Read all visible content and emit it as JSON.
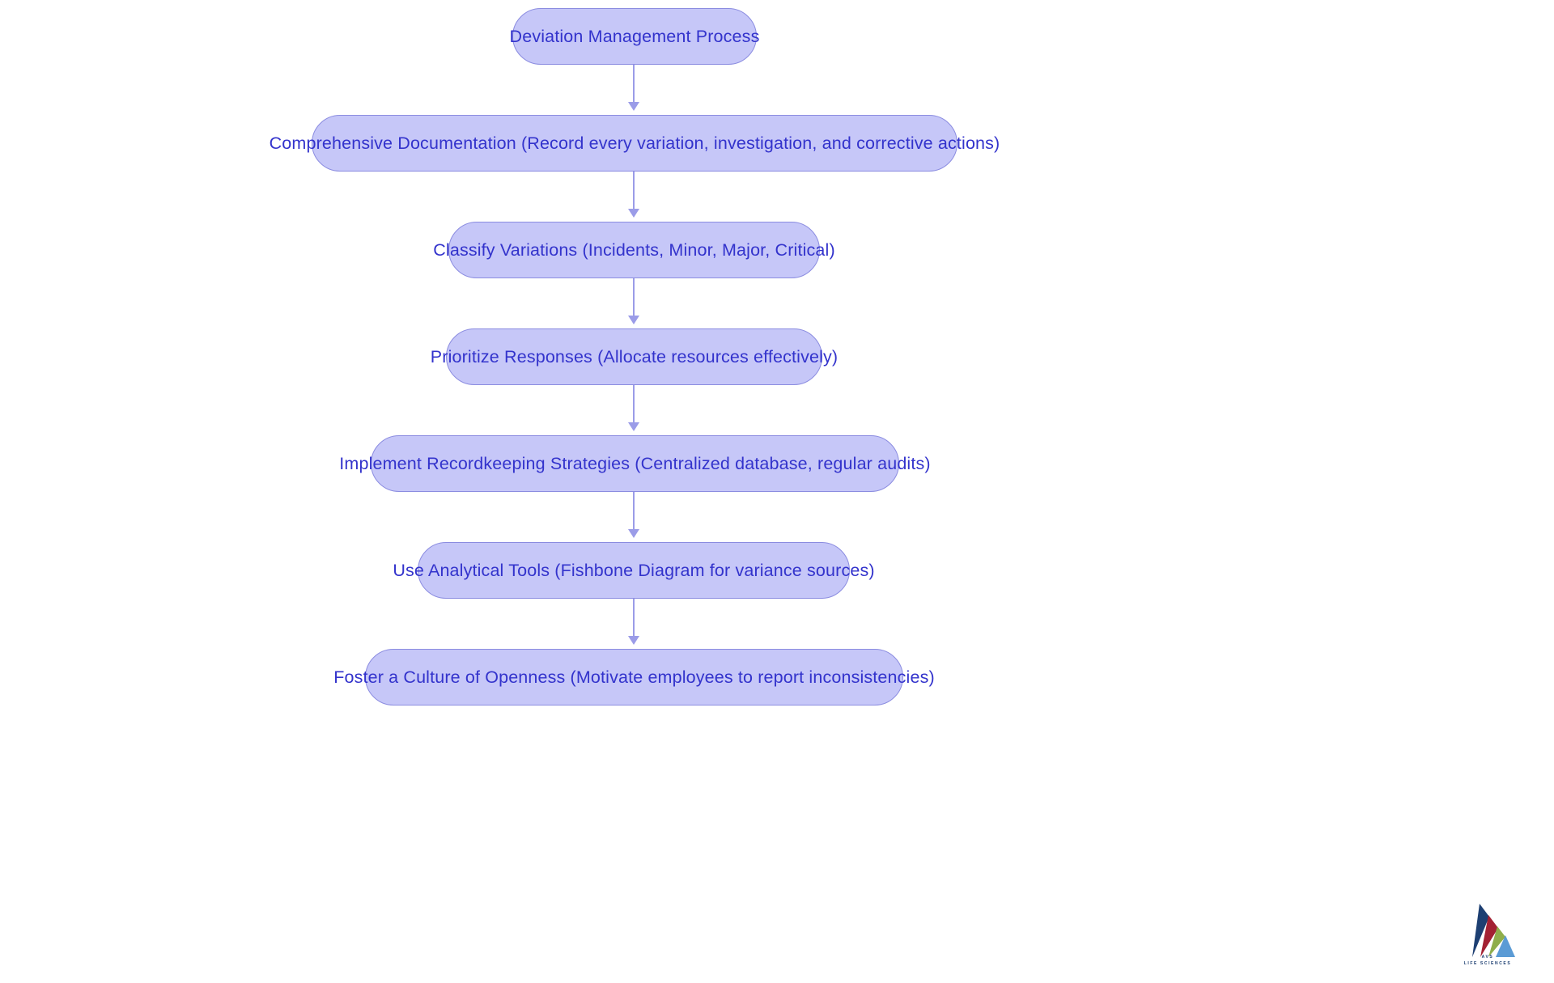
{
  "diagram": {
    "title": "Deviation Management Process",
    "type": "flowchart",
    "orientation": "top-to-bottom",
    "node_fill": "#c6c7f8",
    "node_border": "#8b8ce0",
    "node_text_color": "#3333cc",
    "connector_color": "#9b9ce8",
    "background": "#ffffff",
    "nodes": [
      {
        "id": "n1",
        "label": "Deviation Management Process"
      },
      {
        "id": "n2",
        "label": "Comprehensive Documentation (Record every variation, investigation, and corrective actions)"
      },
      {
        "id": "n3",
        "label": "Classify Variations (Incidents, Minor, Major, Critical)"
      },
      {
        "id": "n4",
        "label": "Prioritize Responses (Allocate resources effectively)"
      },
      {
        "id": "n5",
        "label": "Implement Recordkeeping Strategies (Centralized database, regular audits)"
      },
      {
        "id": "n6",
        "label": "Use Analytical Tools (Fishbone Diagram for variance sources)"
      },
      {
        "id": "n7",
        "label": "Foster a Culture of Openness (Motivate employees to report inconsistencies)"
      }
    ],
    "edges": [
      {
        "from": "n1",
        "to": "n2"
      },
      {
        "from": "n2",
        "to": "n3"
      },
      {
        "from": "n3",
        "to": "n4"
      },
      {
        "from": "n4",
        "to": "n5"
      },
      {
        "from": "n5",
        "to": "n6"
      },
      {
        "from": "n6",
        "to": "n7"
      }
    ]
  },
  "logo": {
    "name": "AVS",
    "tagline": "LIFE SCIENCES",
    "colors": [
      "#1d3f72",
      "#a32133",
      "#8fae4b",
      "#5b9bd5"
    ]
  }
}
